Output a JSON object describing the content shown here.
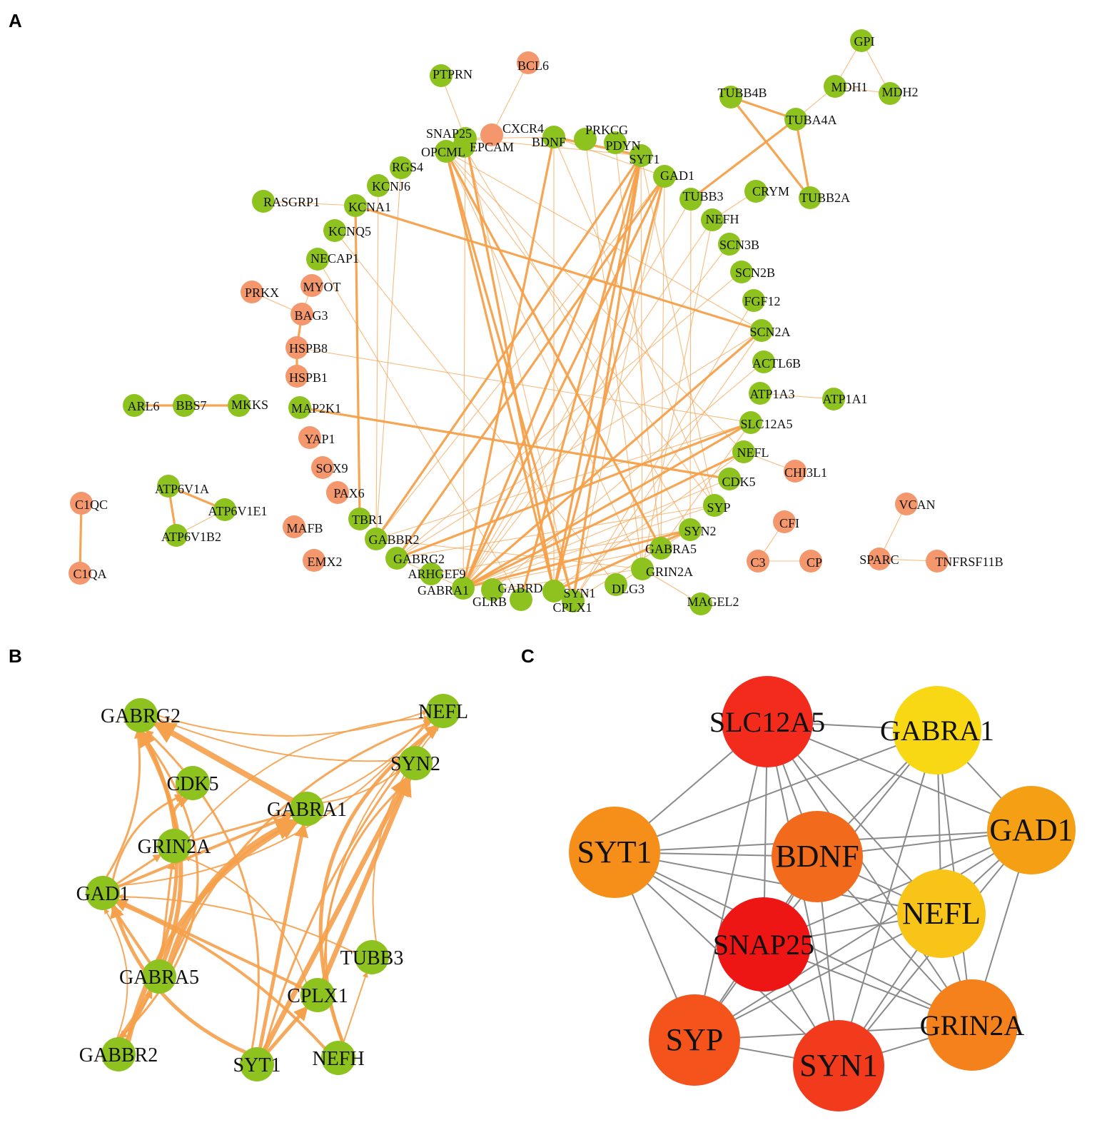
{
  "panels": [
    {
      "id": "A",
      "letter": "A"
    },
    {
      "id": "B",
      "letter": "B"
    },
    {
      "id": "C",
      "letter": "C"
    }
  ],
  "colors": {
    "green": "#8dc21f",
    "salmon": "#f4976c",
    "edge_orange": "#f5a04a",
    "edge_gray": "#8a8a8a"
  },
  "panelA": {
    "nodes": [
      {
        "id": "GPI",
        "color": "green"
      },
      {
        "id": "MDH1",
        "color": "green"
      },
      {
        "id": "MDH2",
        "color": "green"
      },
      {
        "id": "TUBB4B",
        "color": "green"
      },
      {
        "id": "TUBA4A",
        "color": "green"
      },
      {
        "id": "TUBB2A",
        "color": "green"
      },
      {
        "id": "PTPRN",
        "color": "green"
      },
      {
        "id": "BCL6",
        "color": "salmon"
      },
      {
        "id": "SNAP25",
        "color": "green"
      },
      {
        "id": "CXCR4",
        "color": "salmon"
      },
      {
        "id": "EPCAM",
        "color": "green"
      },
      {
        "id": "BDNF",
        "color": "green"
      },
      {
        "id": "PRKCG",
        "color": "green"
      },
      {
        "id": "PDYN",
        "color": "green"
      },
      {
        "id": "OPCML",
        "color": "green"
      },
      {
        "id": "SYT1",
        "color": "green"
      },
      {
        "id": "RGS4",
        "color": "green"
      },
      {
        "id": "GAD1",
        "color": "green"
      },
      {
        "id": "KCNJ6",
        "color": "green"
      },
      {
        "id": "TUBB3",
        "color": "green"
      },
      {
        "id": "CRYM",
        "color": "green"
      },
      {
        "id": "RASGRP1",
        "color": "green"
      },
      {
        "id": "KCNA1",
        "color": "green"
      },
      {
        "id": "NEFH",
        "color": "green"
      },
      {
        "id": "KCNQ5",
        "color": "green"
      },
      {
        "id": "SCN3B",
        "color": "green"
      },
      {
        "id": "NECAP1",
        "color": "green"
      },
      {
        "id": "SCN2B",
        "color": "green"
      },
      {
        "id": "PRKX",
        "color": "salmon"
      },
      {
        "id": "MYOT",
        "color": "salmon"
      },
      {
        "id": "FGF12",
        "color": "green"
      },
      {
        "id": "BAG3",
        "color": "salmon"
      },
      {
        "id": "SCN2A",
        "color": "green"
      },
      {
        "id": "HSPB8",
        "color": "salmon"
      },
      {
        "id": "ACTL6B",
        "color": "green"
      },
      {
        "id": "HSPB1",
        "color": "salmon"
      },
      {
        "id": "ATP1A3",
        "color": "green"
      },
      {
        "id": "ATP1A1",
        "color": "green"
      },
      {
        "id": "ARL6",
        "color": "green"
      },
      {
        "id": "BBS7",
        "color": "green"
      },
      {
        "id": "MKKS",
        "color": "green"
      },
      {
        "id": "MAP2K1",
        "color": "green"
      },
      {
        "id": "SLC12A5",
        "color": "green"
      },
      {
        "id": "YAP1",
        "color": "salmon"
      },
      {
        "id": "NEFL",
        "color": "green"
      },
      {
        "id": "SOX9",
        "color": "salmon"
      },
      {
        "id": "CHI3L1",
        "color": "salmon"
      },
      {
        "id": "CDK5",
        "color": "green"
      },
      {
        "id": "C1QC",
        "color": "salmon"
      },
      {
        "id": "ATP6V1A",
        "color": "green"
      },
      {
        "id": "PAX6",
        "color": "salmon"
      },
      {
        "id": "VCAN",
        "color": "salmon"
      },
      {
        "id": "ATP6V1E1",
        "color": "green"
      },
      {
        "id": "SYP",
        "color": "green"
      },
      {
        "id": "CFI",
        "color": "salmon"
      },
      {
        "id": "TBR1",
        "color": "green"
      },
      {
        "id": "MAFB",
        "color": "salmon"
      },
      {
        "id": "SYN2",
        "color": "green"
      },
      {
        "id": "ATP6V1B2",
        "color": "green"
      },
      {
        "id": "GABBR2",
        "color": "green"
      },
      {
        "id": "GABRA5",
        "color": "green"
      },
      {
        "id": "GABRG2",
        "color": "green"
      },
      {
        "id": "EMX2",
        "color": "salmon"
      },
      {
        "id": "C3",
        "color": "salmon"
      },
      {
        "id": "CP",
        "color": "salmon"
      },
      {
        "id": "SPARC",
        "color": "salmon"
      },
      {
        "id": "TNFRSF11B",
        "color": "salmon"
      },
      {
        "id": "ARHGEF9",
        "color": "green"
      },
      {
        "id": "GRIN2A",
        "color": "green"
      },
      {
        "id": "C1QA",
        "color": "salmon"
      },
      {
        "id": "GABRA1",
        "color": "green"
      },
      {
        "id": "GABRD",
        "color": "green"
      },
      {
        "id": "SYN1",
        "color": "green"
      },
      {
        "id": "DLG3",
        "color": "green"
      },
      {
        "id": "GLRB",
        "color": "green"
      },
      {
        "id": "CPLX1",
        "color": "green"
      },
      {
        "id": "MAGEL2",
        "color": "green"
      }
    ],
    "edges": [
      [
        "GPI",
        "MDH1"
      ],
      [
        "GPI",
        "MDH2"
      ],
      [
        "MDH1",
        "MDH2"
      ],
      [
        "MDH1",
        "TUBA4A"
      ],
      [
        "TUBB4B",
        "TUBA4A"
      ],
      [
        "TUBB4B",
        "TUBB2A"
      ],
      [
        "TUBA4A",
        "TUBB2A"
      ],
      [
        "TUBA4A",
        "TUBB3"
      ],
      [
        "BCL6",
        "CXCR4"
      ],
      [
        "PTPRN",
        "SNAP25"
      ],
      [
        "CRYM",
        "NEFH"
      ],
      [
        "RASGRP1",
        "KCNA1"
      ],
      [
        "PRKX",
        "BAG3"
      ],
      [
        "MYOT",
        "BAG3"
      ],
      [
        "BAG3",
        "HSPB8"
      ],
      [
        "HSPB8",
        "HSPB1"
      ],
      [
        "ARL6",
        "BBS7"
      ],
      [
        "BBS7",
        "MKKS"
      ],
      [
        "MAP2K1",
        "CDK5"
      ],
      [
        "ATP1A3",
        "ATP1A1"
      ],
      [
        "NEFL",
        "CHI3L1"
      ],
      [
        "C1QC",
        "C1QA"
      ],
      [
        "ATP6V1A",
        "ATP6V1E1"
      ],
      [
        "ATP6V1A",
        "ATP6V1B2"
      ],
      [
        "ATP6V1E1",
        "ATP6V1B2"
      ],
      [
        "CFI",
        "C3"
      ],
      [
        "C3",
        "CP"
      ],
      [
        "VCAN",
        "SPARC"
      ],
      [
        "SPARC",
        "TNFRSF11B"
      ],
      [
        "GRIN2A",
        "MAGEL2"
      ],
      [
        "TBR1",
        "KCNA1"
      ],
      [
        "KCNA1",
        "SCN2A"
      ],
      [
        "OPCML",
        "SYN1"
      ],
      [
        "OPCML",
        "CPLX1"
      ],
      [
        "OPCML",
        "GABRA5"
      ],
      [
        "OPCML",
        "SYP"
      ],
      [
        "OPCML",
        "NEFL"
      ],
      [
        "OPCML",
        "GRIN2A"
      ],
      [
        "OPCML",
        "SCN2A"
      ],
      [
        "BDNF",
        "GABRA1"
      ],
      [
        "BDNF",
        "SYN1"
      ],
      [
        "BDNF",
        "SYP"
      ],
      [
        "BDNF",
        "GAD1"
      ],
      [
        "BDNF",
        "SYT1"
      ],
      [
        "SYT1",
        "CPLX1"
      ],
      [
        "SYT1",
        "SYN1"
      ],
      [
        "SYT1",
        "GABRA1"
      ],
      [
        "SYT1",
        "GABBR2"
      ],
      [
        "SYT1",
        "GRIN2A"
      ],
      [
        "SYT1",
        "SYP"
      ],
      [
        "SYT1",
        "GLRB"
      ],
      [
        "GAD1",
        "GABRA1"
      ],
      [
        "GAD1",
        "GABRG2"
      ],
      [
        "GAD1",
        "GABBR2"
      ],
      [
        "GAD1",
        "GABRA5"
      ],
      [
        "GAD1",
        "SYN1"
      ],
      [
        "GAD1",
        "CPLX1"
      ],
      [
        "TUBB3",
        "GABRA1"
      ],
      [
        "TUBB3",
        "SYN2"
      ],
      [
        "NEFH",
        "GABRA1"
      ],
      [
        "NEFH",
        "GRIN2A"
      ],
      [
        "SCN2A",
        "GABRA1"
      ],
      [
        "SCN2A",
        "GABRG2"
      ],
      [
        "SCN2A",
        "CPLX1"
      ],
      [
        "SLC12A5",
        "GABRA1"
      ],
      [
        "SLC12A5",
        "GABRG2"
      ],
      [
        "SLC12A5",
        "GABBR2"
      ],
      [
        "SLC12A5",
        "GABRA5"
      ],
      [
        "NEFL",
        "GABRA1"
      ],
      [
        "NEFL",
        "SYN1"
      ],
      [
        "CDK5",
        "GABRA1"
      ],
      [
        "SYP",
        "GABRA1"
      ],
      [
        "SYN2",
        "GABRA1"
      ],
      [
        "PDYN",
        "GABRA5"
      ],
      [
        "PRKCG",
        "GRIN2A"
      ],
      [
        "RGS4",
        "GABBR2"
      ],
      [
        "KCNJ6",
        "GABBR2"
      ],
      [
        "SNAP25",
        "SYN1"
      ],
      [
        "SNAP25",
        "GABRA1"
      ],
      [
        "SNAP25",
        "SYT1"
      ],
      [
        "SNAP25",
        "BDNF"
      ],
      [
        "SNAP25",
        "CPLX1"
      ],
      [
        "EPCAM",
        "SYN2"
      ],
      [
        "SCN3B",
        "GABRA1"
      ],
      [
        "SCN2B",
        "GABRG2"
      ],
      [
        "FGF12",
        "CPLX1"
      ],
      [
        "ACTL6B",
        "GABRD"
      ],
      [
        "KCNQ5",
        "DLG3"
      ],
      [
        "NECAP1",
        "GLRB"
      ],
      [
        "HSPB8",
        "SLC12A5"
      ],
      [
        "GABRG2",
        "GABRA1"
      ],
      [
        "GABRA5",
        "GABRA1"
      ],
      [
        "GABBR2",
        "GRIN2A"
      ],
      [
        "GABRG2",
        "SYP"
      ],
      [
        "ARHGEF9",
        "SYN2"
      ],
      [
        "GABRA1",
        "SYN2"
      ],
      [
        "DLG3",
        "GRIN2A"
      ],
      [
        "SYN1",
        "SYN2"
      ],
      [
        "CPLX1",
        "SYN2"
      ],
      [
        "GABRD",
        "GRIN2A"
      ]
    ]
  },
  "panelB": {
    "nodes": [
      {
        "id": "GABRG2"
      },
      {
        "id": "NEFL"
      },
      {
        "id": "SYN2"
      },
      {
        "id": "CDK5"
      },
      {
        "id": "GABRA1"
      },
      {
        "id": "GRIN2A"
      },
      {
        "id": "GAD1"
      },
      {
        "id": "TUBB3"
      },
      {
        "id": "GABRA5"
      },
      {
        "id": "CPLX1"
      },
      {
        "id": "GABBR2"
      },
      {
        "id": "SYT1"
      },
      {
        "id": "NEFH"
      }
    ],
    "edges": [
      [
        "GABRA1",
        "GABRG2",
        8,
        0
      ],
      [
        "GABRA1",
        "NEFL",
        2,
        0.1
      ],
      [
        "GABRA1",
        "SYN2",
        2,
        0.1
      ],
      [
        "GRIN2A",
        "CDK5",
        4,
        -0.3
      ],
      [
        "GRIN2A",
        "GABRA1",
        3,
        0
      ],
      [
        "GRIN2A",
        "NEFL",
        2,
        -0.2
      ],
      [
        "GAD1",
        "GABRA1",
        4,
        0
      ],
      [
        "GAD1",
        "GABRG2",
        3,
        0.15
      ],
      [
        "GAD1",
        "CDK5",
        3,
        -0.2
      ],
      [
        "GAD1",
        "GRIN2A",
        3,
        0
      ],
      [
        "GABRA5",
        "GAD1",
        4,
        0
      ],
      [
        "GABRA5",
        "GABRG2",
        5,
        0.2
      ],
      [
        "GABRA5",
        "GABRA1",
        8,
        -0.2
      ],
      [
        "GABRA5",
        "GRIN2A",
        3,
        0
      ],
      [
        "GABRA5",
        "NEFL",
        3,
        -0.2
      ],
      [
        "GABBR2",
        "GABRG2",
        6,
        0.3
      ],
      [
        "GABBR2",
        "GABRA1",
        7,
        -0.2
      ],
      [
        "GABBR2",
        "GABRA5",
        3,
        0
      ],
      [
        "GABBR2",
        "GAD1",
        2,
        0.2
      ],
      [
        "SYT1",
        "GABRA1",
        5,
        0
      ],
      [
        "SYT1",
        "SYN2",
        7,
        0
      ],
      [
        "SYT1",
        "CPLX1",
        5,
        0
      ],
      [
        "SYT1",
        "GAD1",
        5,
        -0.2
      ],
      [
        "SYT1",
        "GABRG2",
        3,
        0.25
      ],
      [
        "SYT1",
        "NEFL",
        3,
        -0.1
      ],
      [
        "CPLX1",
        "SYN2",
        7,
        0
      ],
      [
        "CPLX1",
        "GAD1",
        4,
        0
      ],
      [
        "CPLX1",
        "NEFL",
        2,
        -0.2
      ],
      [
        "CPLX1",
        "GRIN2A",
        2,
        0.2
      ],
      [
        "NEFH",
        "NEFL",
        5,
        -0.35
      ],
      [
        "NEFH",
        "GAD1",
        4,
        0.1
      ],
      [
        "NEFH",
        "TUBB3",
        2,
        0
      ],
      [
        "NEFH",
        "SYN2",
        3,
        -0.3
      ],
      [
        "TUBB3",
        "GAD1",
        2,
        0.1
      ],
      [
        "TUBB3",
        "NEFL",
        2,
        -0.2
      ],
      [
        "GABRG2",
        "NEFL",
        2,
        0.15
      ],
      [
        "GABRG2",
        "SYN2",
        2,
        0.1
      ],
      [
        "GABRG2",
        "GABBR2",
        3,
        -0.4
      ],
      [
        "GAD1",
        "NEFL",
        2,
        0.2
      ]
    ]
  },
  "panelC": {
    "nodes": [
      {
        "id": "SLC12A5",
        "color": "#f22b1d"
      },
      {
        "id": "GABRA1",
        "color": "#f8d714"
      },
      {
        "id": "SYT1",
        "color": "#f58f1a"
      },
      {
        "id": "BDNF",
        "color": "#f26a1c"
      },
      {
        "id": "GAD1",
        "color": "#f5a014"
      },
      {
        "id": "NEFL",
        "color": "#f8c418"
      },
      {
        "id": "SNAP25",
        "color": "#ee1515"
      },
      {
        "id": "SYP",
        "color": "#f4531c"
      },
      {
        "id": "SYN1",
        "color": "#f23a1c"
      },
      {
        "id": "GRIN2A",
        "color": "#f5811c"
      }
    ],
    "edges": [
      [
        "SLC12A5",
        "GABRA1"
      ],
      [
        "SLC12A5",
        "SYT1"
      ],
      [
        "SLC12A5",
        "BDNF"
      ],
      [
        "SLC12A5",
        "GAD1"
      ],
      [
        "SLC12A5",
        "NEFL"
      ],
      [
        "SLC12A5",
        "SNAP25"
      ],
      [
        "SLC12A5",
        "SYP"
      ],
      [
        "SLC12A5",
        "SYN1"
      ],
      [
        "SLC12A5",
        "GRIN2A"
      ],
      [
        "GABRA1",
        "SYT1"
      ],
      [
        "GABRA1",
        "BDNF"
      ],
      [
        "GABRA1",
        "GAD1"
      ],
      [
        "GABRA1",
        "NEFL"
      ],
      [
        "GABRA1",
        "SNAP25"
      ],
      [
        "GABRA1",
        "SYN1"
      ],
      [
        "GABRA1",
        "GRIN2A"
      ],
      [
        "SYT1",
        "BDNF"
      ],
      [
        "SYT1",
        "GAD1"
      ],
      [
        "SYT1",
        "NEFL"
      ],
      [
        "SYT1",
        "SNAP25"
      ],
      [
        "SYT1",
        "SYP"
      ],
      [
        "SYT1",
        "SYN1"
      ],
      [
        "SYT1",
        "GRIN2A"
      ],
      [
        "BDNF",
        "GAD1"
      ],
      [
        "BDNF",
        "NEFL"
      ],
      [
        "BDNF",
        "SNAP25"
      ],
      [
        "BDNF",
        "SYP"
      ],
      [
        "BDNF",
        "SYN1"
      ],
      [
        "BDNF",
        "GRIN2A"
      ],
      [
        "GAD1",
        "NEFL"
      ],
      [
        "GAD1",
        "SNAP25"
      ],
      [
        "GAD1",
        "SYP"
      ],
      [
        "GAD1",
        "SYN1"
      ],
      [
        "GAD1",
        "GRIN2A"
      ],
      [
        "NEFL",
        "SNAP25"
      ],
      [
        "NEFL",
        "SYP"
      ],
      [
        "NEFL",
        "SYN1"
      ],
      [
        "NEFL",
        "GRIN2A"
      ],
      [
        "SNAP25",
        "SYP"
      ],
      [
        "SNAP25",
        "SYN1"
      ],
      [
        "SNAP25",
        "GRIN2A"
      ],
      [
        "SYP",
        "SYN1"
      ],
      [
        "SYP",
        "GRIN2A"
      ],
      [
        "SYN1",
        "GRIN2A"
      ]
    ]
  }
}
